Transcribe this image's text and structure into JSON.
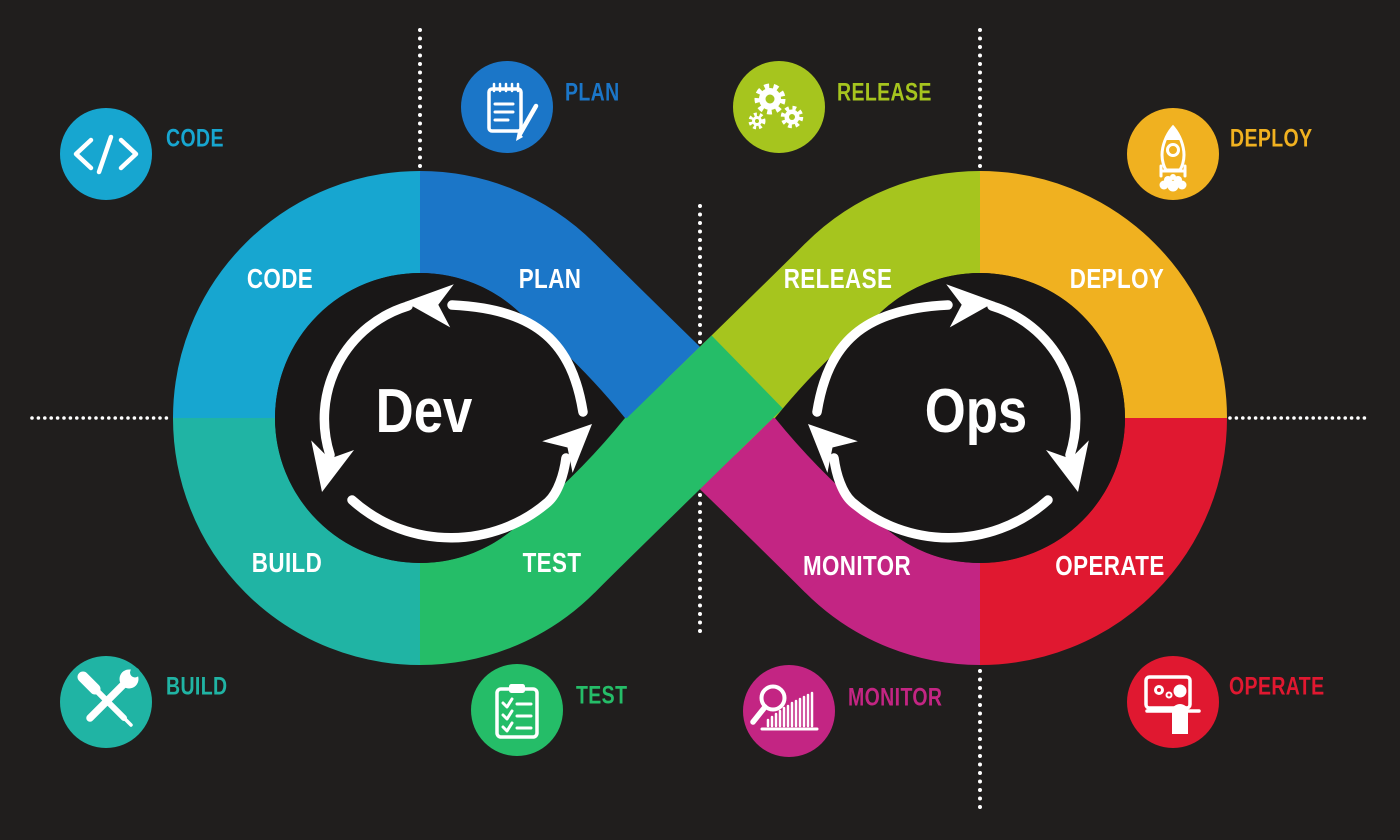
{
  "background": "#201e1d",
  "inner_black": "#191717",
  "loops": {
    "dev": {
      "label": "Dev"
    },
    "ops": {
      "label": "Ops"
    }
  },
  "stages": {
    "code": {
      "label": "CODE",
      "color": "#17a6d0",
      "icon": "code-brackets-icon"
    },
    "plan": {
      "label": "PLAN",
      "color": "#1b76c8",
      "icon": "notepad-pencil-icon"
    },
    "build": {
      "label": "BUILD",
      "color": "#20b4a4",
      "icon": "crossed-tools-icon"
    },
    "test": {
      "label": "TEST",
      "color": "#25bd68",
      "icon": "checklist-clipboard-icon"
    },
    "release": {
      "label": "RELEASE",
      "color": "#a6c51e",
      "icon": "gears-icon"
    },
    "deploy": {
      "label": "DEPLOY",
      "color": "#f0b120",
      "icon": "rocket-icon"
    },
    "operate": {
      "label": "OPERATE",
      "color": "#e01830",
      "icon": "operator-workstation-icon"
    },
    "monitor": {
      "label": "MONITOR",
      "color": "#c32583",
      "icon": "magnifier-chart-icon"
    }
  }
}
